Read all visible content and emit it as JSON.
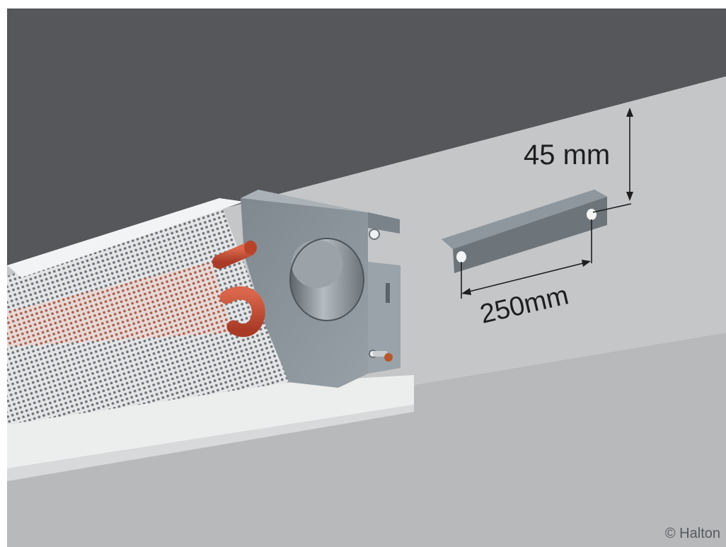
{
  "dimensions": {
    "vertical_offset": "45 mm",
    "hole_spacing": "250mm"
  },
  "copyright": "© Halton",
  "colors": {
    "ceiling": "#56575b",
    "wall": "#c5c6c8",
    "floor": "#b8b9bb",
    "panel_white": "#eaebed",
    "end_plate": "#8b949b",
    "pipe_red": "#c24a32",
    "bracket": "#6d757b",
    "dimension_line": "#1e1e1e"
  }
}
